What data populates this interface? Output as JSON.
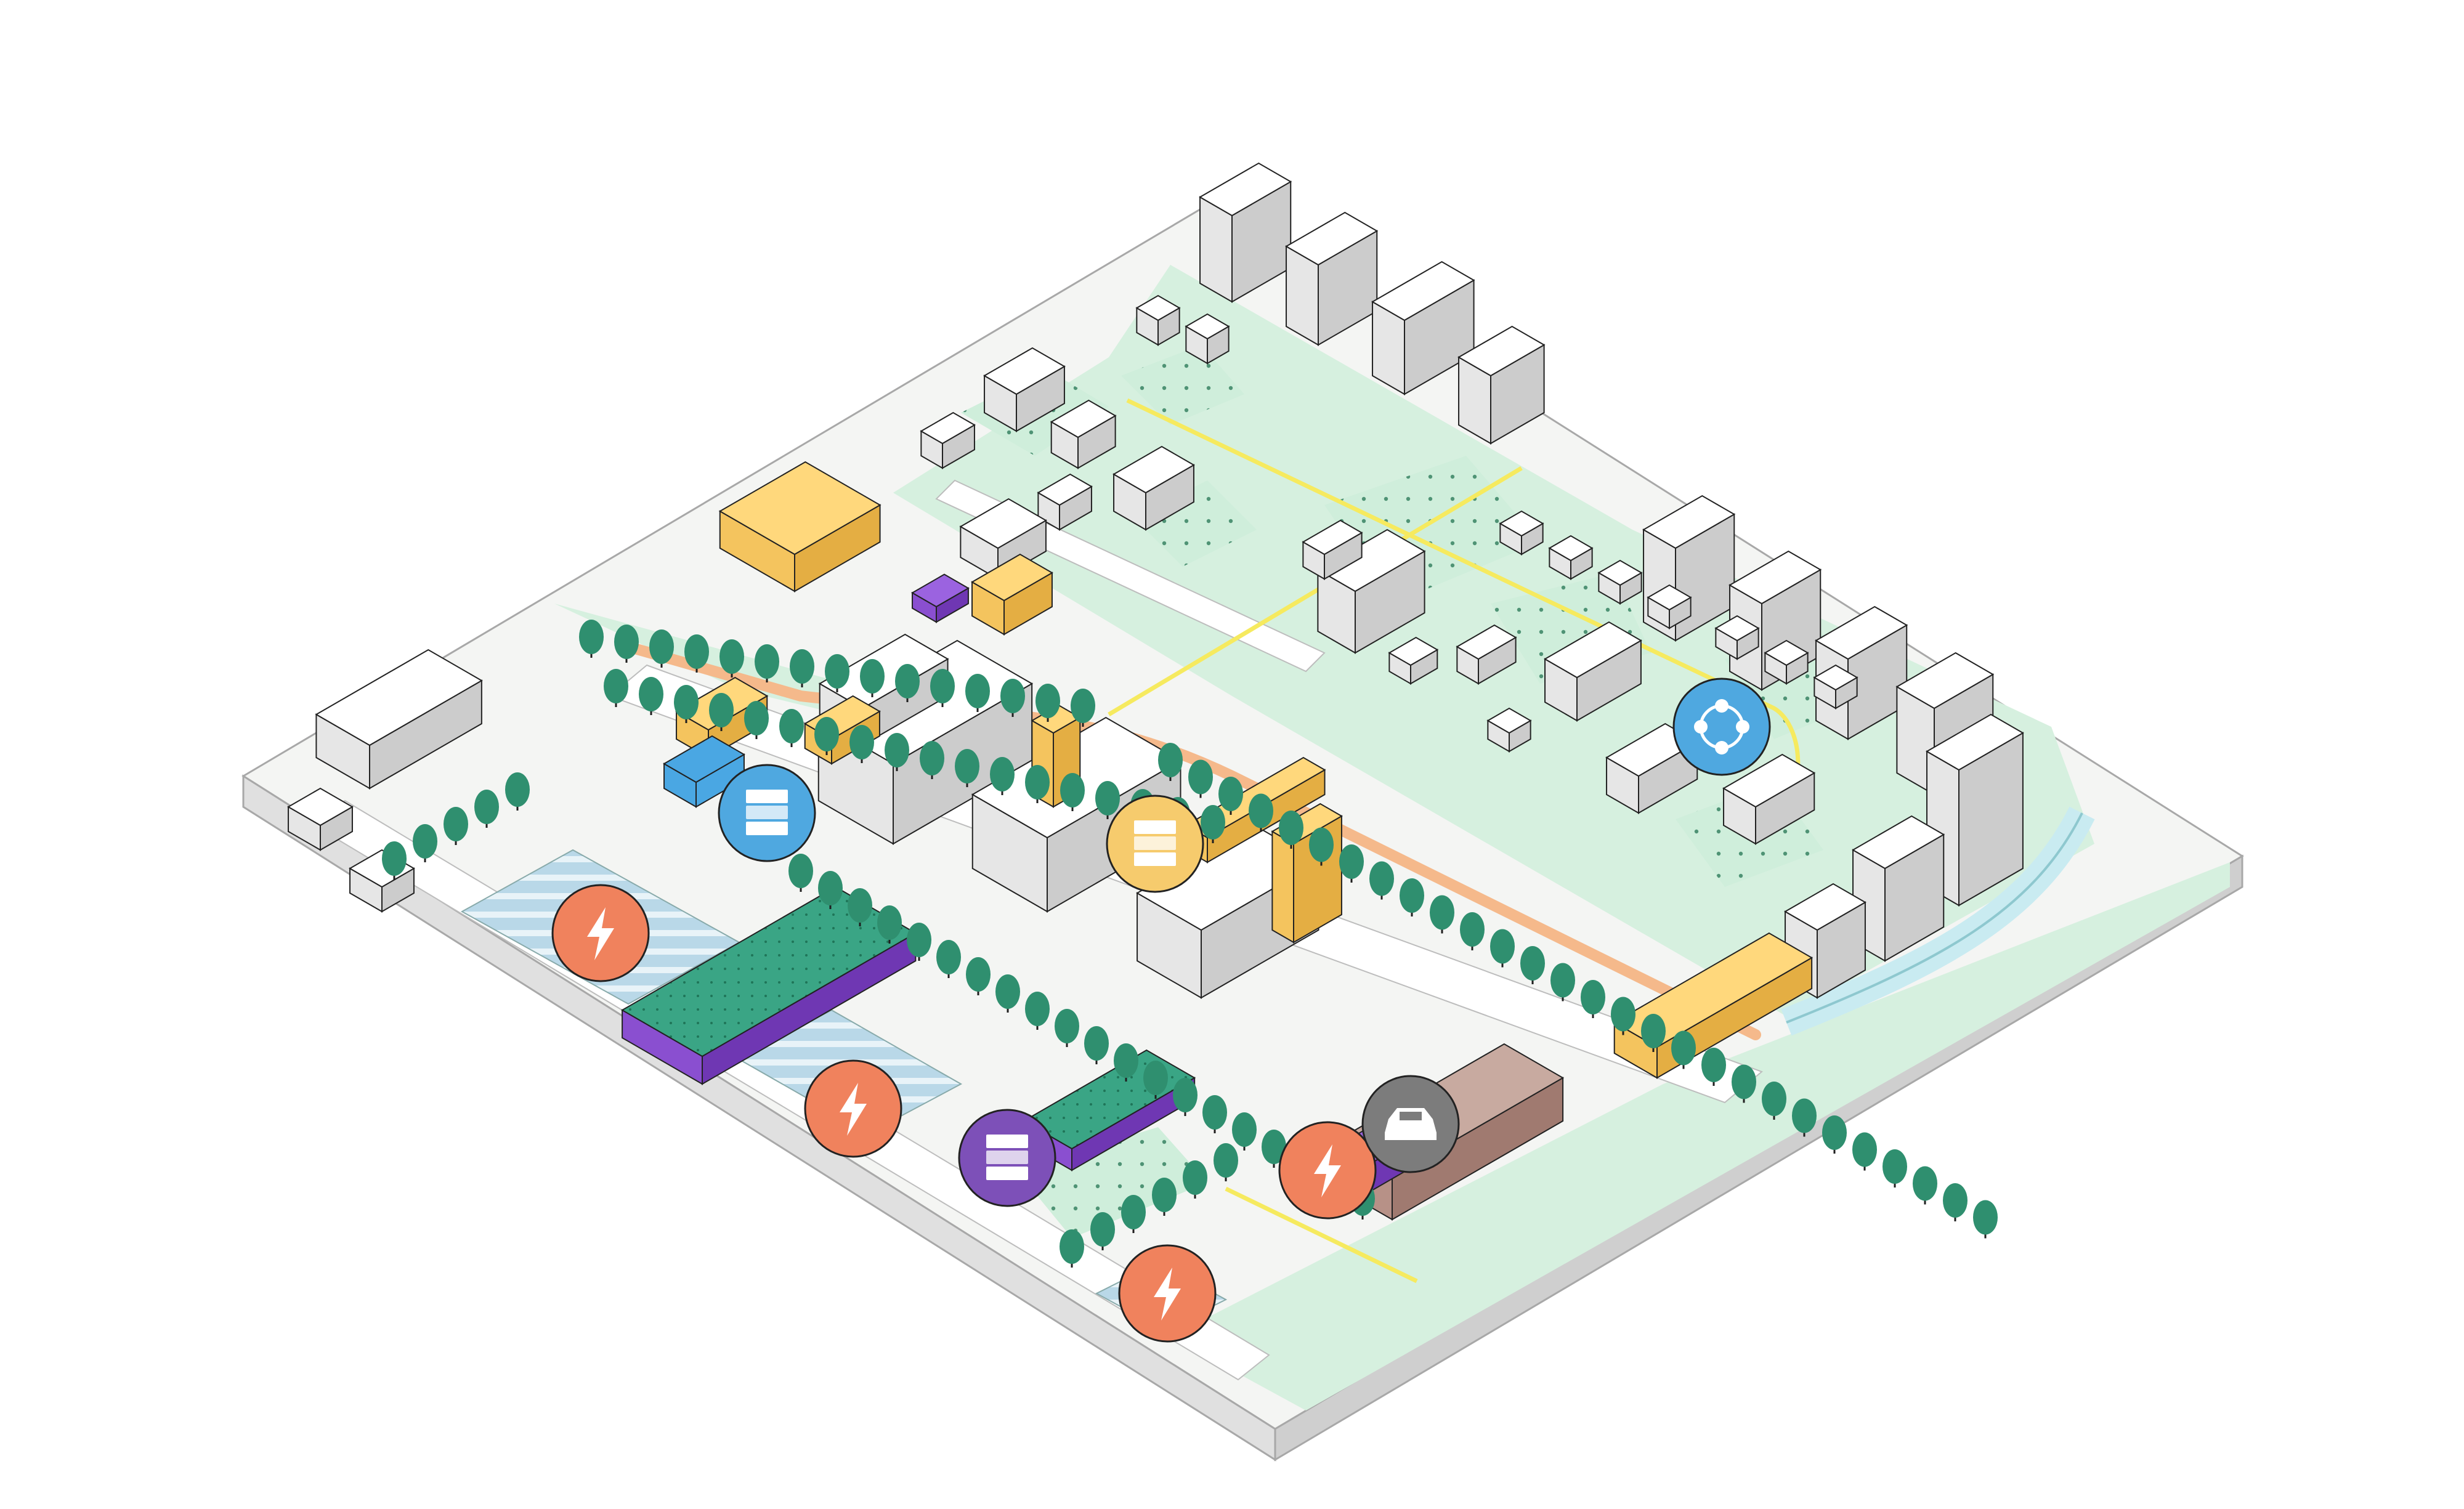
{
  "diagram": {
    "kind": "isometric urban masterplan",
    "colors": {
      "background": "#ffffff",
      "base_top": "#f4f5f3",
      "base_side": "#d8d8d8",
      "green_space": "#d6f0df",
      "green_dots": "#5a9b7d",
      "road": "#ffffff",
      "building_top": "#ffffff",
      "building_left": "#e6e6e6",
      "building_right": "#cccccc",
      "yellow_top": "#ffd87c",
      "yellow_left": "#f4c45e",
      "yellow_right": "#e4ae43",
      "purple_top": "#9b63e0",
      "purple_left": "#8a4fd0",
      "purple_right": "#6f37b3",
      "green_roof": "#3aa585",
      "blue_band": "#4aa7e3",
      "tree_crown": "#2f8f6f",
      "tree_trunk": "#1f1f1f",
      "path_orange": "#f5b98b",
      "path_yellow": "#f6ea5f",
      "solar_panel": "#b8d7e7",
      "parking_roof": "#c8aaa0",
      "water": "#c9ebf1"
    },
    "markers": [
      {
        "id": "energy-1",
        "icon": "lightning-icon",
        "color": "#f0825d"
      },
      {
        "id": "energy-2",
        "icon": "lightning-icon",
        "color": "#f0825d"
      },
      {
        "id": "energy-3",
        "icon": "lightning-icon",
        "color": "#f0825d"
      },
      {
        "id": "energy-4",
        "icon": "lightning-icon",
        "color": "#f0825d"
      },
      {
        "id": "storage-blue",
        "icon": "storage-icon",
        "color": "#4fa8e0"
      },
      {
        "id": "storage-yellow",
        "icon": "storage-icon",
        "color": "#f6cb6d"
      },
      {
        "id": "storage-purple",
        "icon": "storage-icon",
        "color": "#7d50b8"
      },
      {
        "id": "community",
        "icon": "community-network-icon",
        "color": "#4fa8e0"
      },
      {
        "id": "parking",
        "icon": "car-icon",
        "color": "#7c7c7c"
      }
    ]
  }
}
